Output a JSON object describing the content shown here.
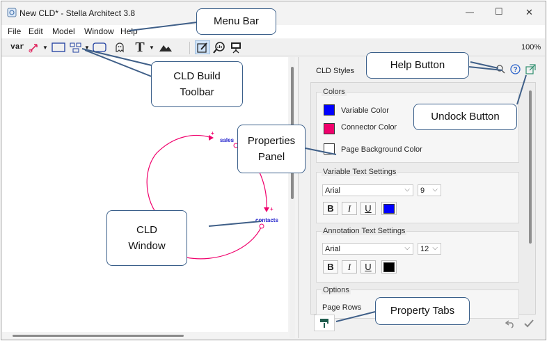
{
  "window": {
    "title": "New CLD* - Stella Architect 3.8",
    "controls": {
      "minimize": "—",
      "maximize": "☐",
      "close": "✕"
    }
  },
  "menu": [
    "File",
    "Edit",
    "Model",
    "Window",
    "Help"
  ],
  "toolbar": {
    "var_label": "var",
    "text_tool": "T",
    "zoom": "100%"
  },
  "diagram": {
    "variables": [
      "sales",
      "contacts"
    ],
    "polarity": "+"
  },
  "panel": {
    "title": "CLD Styles",
    "colors_group": "Colors",
    "colors": [
      {
        "label": "Variable Color",
        "value": "#0000ff"
      },
      {
        "label": "Connector Color",
        "value": "#f0006c"
      },
      {
        "label": "Page Background Color",
        "value": "#ffffff"
      }
    ],
    "variable_text": {
      "group": "Variable Text Settings",
      "font": "Arial",
      "size": "9",
      "color": "#0000ff"
    },
    "annotation_text": {
      "group": "Annotation Text Settings",
      "font": "Arial",
      "size": "12",
      "color": "#000000"
    },
    "format_buttons": {
      "bold": "B",
      "italic": "I",
      "underline": "U"
    },
    "options_group": "Options",
    "page_rows": "Page Rows"
  },
  "callouts": {
    "menu_bar": "Menu Bar",
    "cld_build_toolbar_line1": "CLD Build",
    "cld_build_toolbar_line2": "Toolbar",
    "help_button": "Help Button",
    "undock_button": "Undock Button",
    "properties_panel_line1": "Properties",
    "properties_panel_line2": "Panel",
    "cld_window_line1": "CLD",
    "cld_window_line2": "Window",
    "property_tabs": "Property Tabs"
  }
}
